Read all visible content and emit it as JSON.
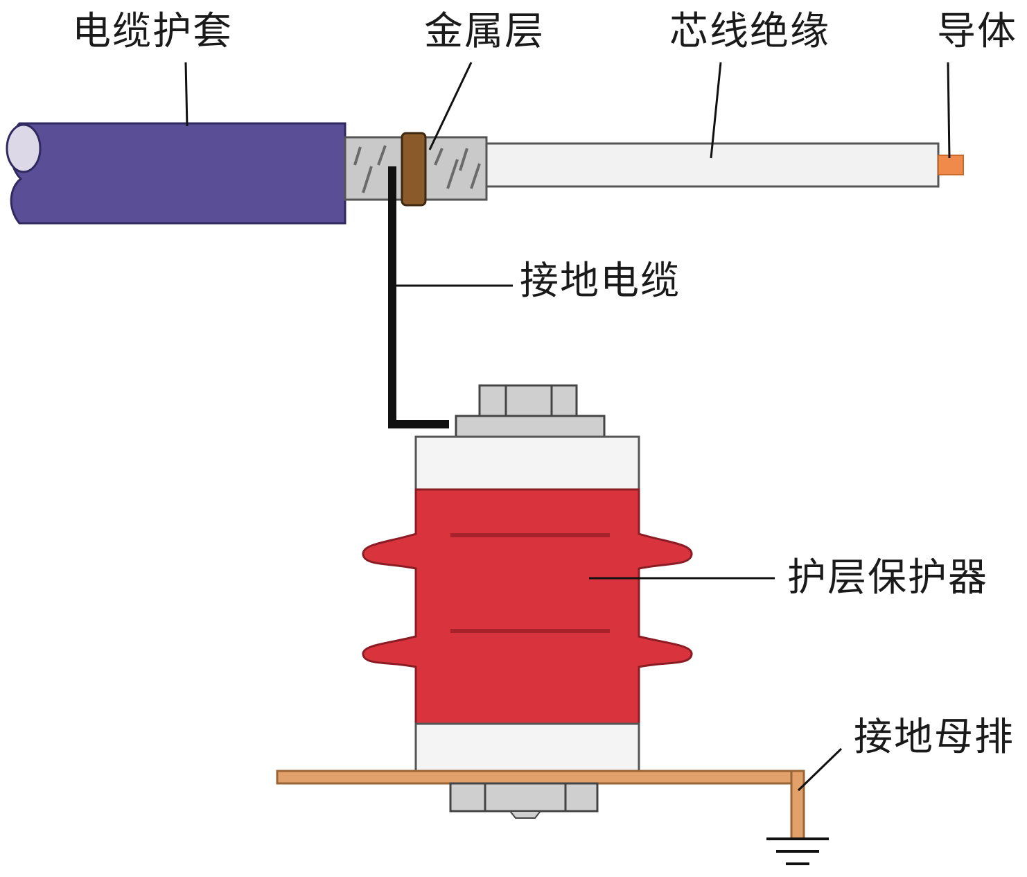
{
  "labels": {
    "cable_sheath": "电缆护套",
    "metal_layer": "金属层",
    "core_insulation": "芯线绝缘",
    "conductor": "导体",
    "ground_cable": "接地电缆",
    "sheath_protector": "护层保护器",
    "ground_busbar": "接地母排"
  },
  "colors": {
    "sheath": "#5a4f96",
    "sheath_end": "#ddd8e8",
    "metal_band": "#8b5a2b",
    "shield": "#c9c9c9",
    "insulation": "#f2f2f2",
    "conductor": "#f08a4b",
    "protector_body": "#d9343e",
    "protector_cap": "#f4f4f4",
    "nut": "#cfcfcf",
    "busbar": "#e2a06a",
    "line": "#1a1a1a"
  }
}
